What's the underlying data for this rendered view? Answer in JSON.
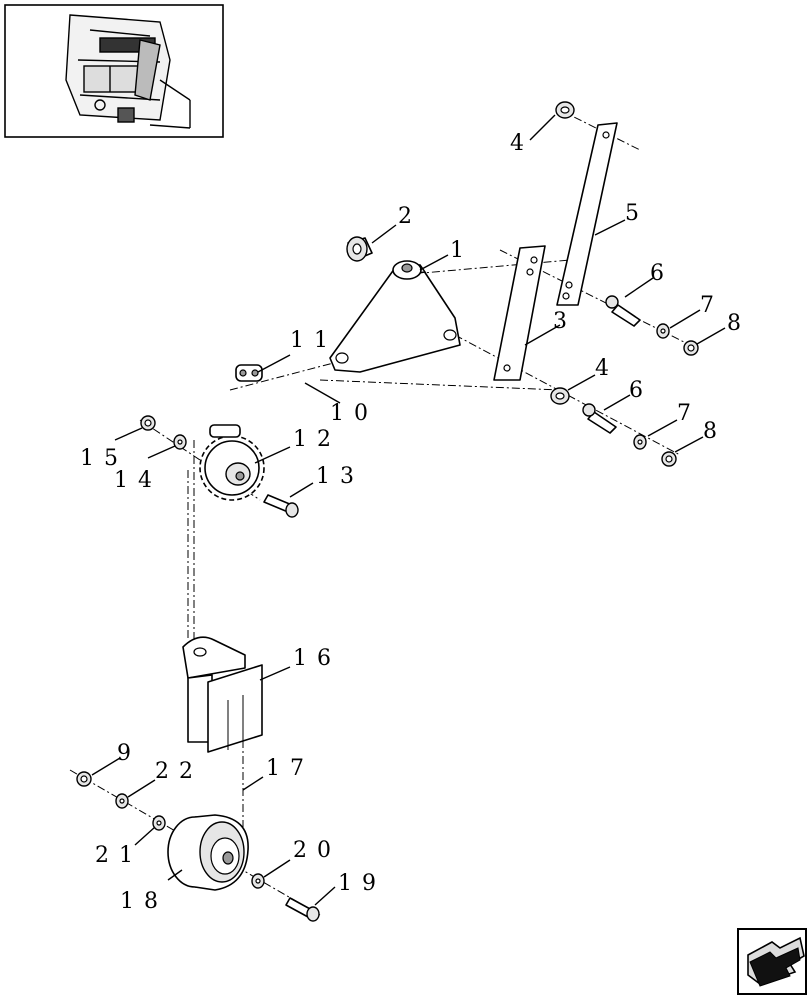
{
  "diagram": {
    "callouts": [
      {
        "id": "c1",
        "text": "1"
      },
      {
        "id": "c2",
        "text": "2"
      },
      {
        "id": "c3",
        "text": "3"
      },
      {
        "id": "c4a",
        "text": "4"
      },
      {
        "id": "c4b",
        "text": "4"
      },
      {
        "id": "c5",
        "text": "5"
      },
      {
        "id": "c6a",
        "text": "6"
      },
      {
        "id": "c6b",
        "text": "6"
      },
      {
        "id": "c7a",
        "text": "7"
      },
      {
        "id": "c7b",
        "text": "7"
      },
      {
        "id": "c8a",
        "text": "8"
      },
      {
        "id": "c8b",
        "text": "8"
      },
      {
        "id": "c9",
        "text": "9"
      },
      {
        "id": "c10",
        "text": "10"
      },
      {
        "id": "c11",
        "text": "11"
      },
      {
        "id": "c12",
        "text": "12"
      },
      {
        "id": "c13",
        "text": "13"
      },
      {
        "id": "c14",
        "text": "14"
      },
      {
        "id": "c15",
        "text": "15"
      },
      {
        "id": "c16",
        "text": "16"
      },
      {
        "id": "c17",
        "text": "17"
      },
      {
        "id": "c18",
        "text": "18"
      },
      {
        "id": "c19",
        "text": "19"
      },
      {
        "id": "c20",
        "text": "20"
      },
      {
        "id": "c21",
        "text": "21"
      },
      {
        "id": "c22",
        "text": "22"
      }
    ]
  },
  "icons": {
    "thumbnail": "baler-overview-thumbnail",
    "navigation": "next-page-arrow-icon"
  }
}
